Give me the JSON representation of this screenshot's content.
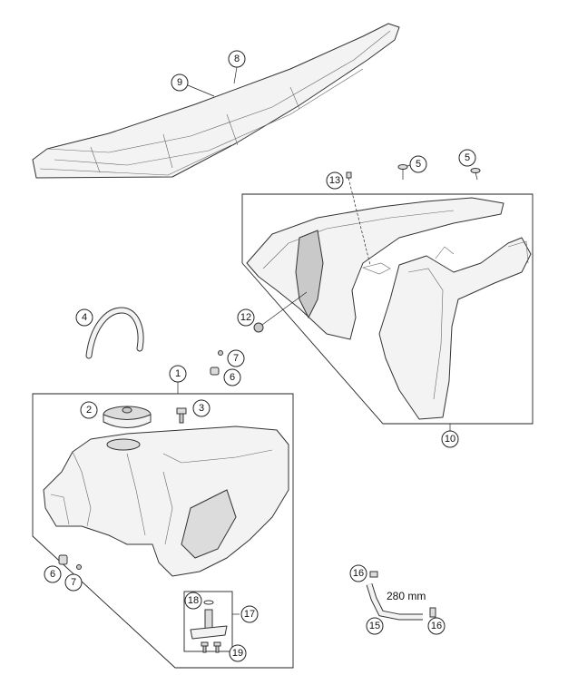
{
  "callouts": {
    "c8": "8",
    "c9": "9",
    "c13": "13",
    "c5a": "5",
    "c5b": "5",
    "c4": "4",
    "c12": "12",
    "c7a": "7",
    "c6a": "6",
    "c1": "1",
    "c2": "2",
    "c3": "3",
    "c10": "10",
    "c6b": "6",
    "c7b": "7",
    "c16a": "16",
    "c15": "15",
    "c16b": "16",
    "c18": "18",
    "c17": "17",
    "c19": "19"
  },
  "dimension": "280 mm"
}
